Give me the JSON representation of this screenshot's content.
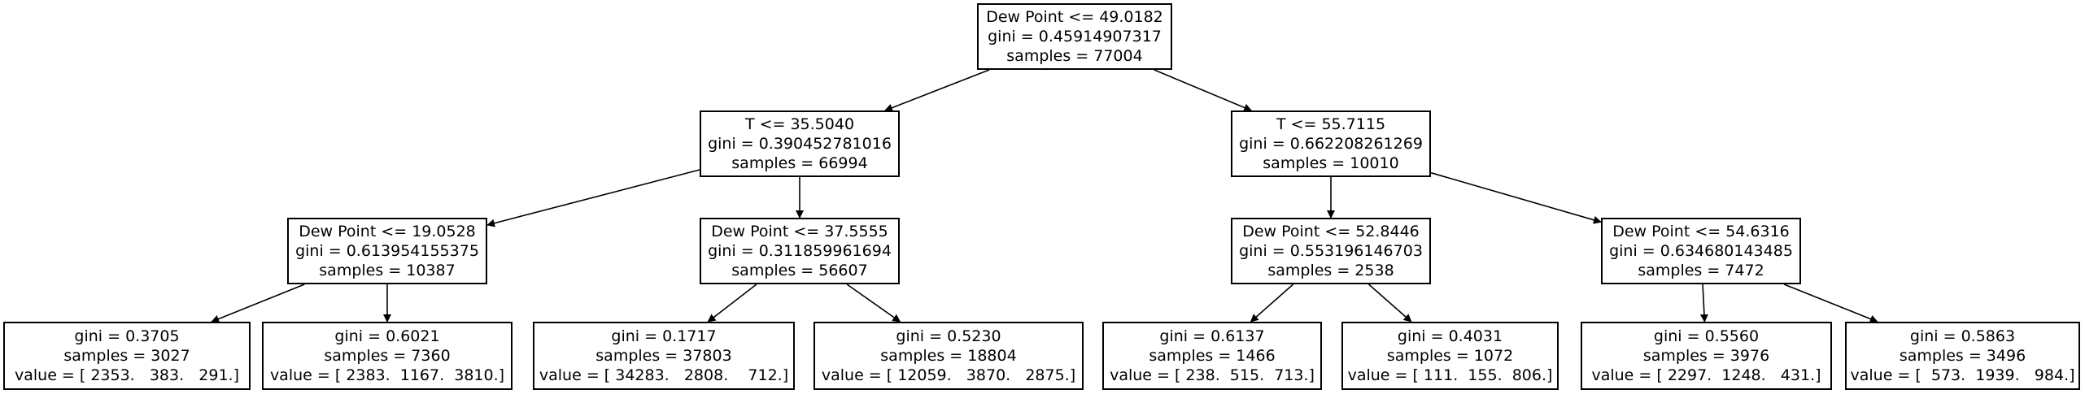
{
  "tree": {
    "nodes": [
      {
        "id": "n0",
        "lines": [
          "Dew Point <= 49.0182",
          "gini = 0.45914907317",
          "samples = 77004"
        ]
      },
      {
        "id": "n1",
        "lines": [
          "T <= 35.5040",
          "gini = 0.390452781016",
          "samples = 66994"
        ]
      },
      {
        "id": "n2",
        "lines": [
          "T <= 55.7115",
          "gini = 0.662208261269",
          "samples = 10010"
        ]
      },
      {
        "id": "n3",
        "lines": [
          "Dew Point <= 19.0528",
          "gini = 0.613954155375",
          "samples = 10387"
        ]
      },
      {
        "id": "n4",
        "lines": [
          "Dew Point <= 37.5555",
          "gini = 0.311859961694",
          "samples = 56607"
        ]
      },
      {
        "id": "n5",
        "lines": [
          "Dew Point <= 52.8446",
          "gini = 0.553196146703",
          "samples = 2538"
        ]
      },
      {
        "id": "n6",
        "lines": [
          "Dew Point <= 54.6316",
          "gini = 0.634680143485",
          "samples = 7472"
        ]
      },
      {
        "id": "n7",
        "lines": [
          "gini = 0.3705",
          "samples = 3027",
          "value = [ 2353.   383.   291.]"
        ]
      },
      {
        "id": "n8",
        "lines": [
          "gini = 0.6021",
          "samples = 7360",
          "value = [ 2383.  1167.  3810.]"
        ]
      },
      {
        "id": "n9",
        "lines": [
          "gini = 0.1717",
          "samples = 37803",
          "value = [ 34283.   2808.    712.]"
        ]
      },
      {
        "id": "n10",
        "lines": [
          "gini = 0.5230",
          "samples = 18804",
          "value = [ 12059.   3870.   2875.]"
        ]
      },
      {
        "id": "n11",
        "lines": [
          "gini = 0.6137",
          "samples = 1466",
          "value = [ 238.  515.  713.]"
        ]
      },
      {
        "id": "n12",
        "lines": [
          "gini = 0.4031",
          "samples = 1072",
          "value = [ 111.  155.  806.]"
        ]
      },
      {
        "id": "n13",
        "lines": [
          "gini = 0.5560",
          "samples = 3976",
          "value = [ 2297.  1248.   431.]"
        ]
      },
      {
        "id": "n14",
        "lines": [
          "gini = 0.5863",
          "samples = 3496",
          "value = [  573.  1939.   984.]"
        ]
      }
    ],
    "edges": [
      {
        "from": "n0",
        "to": "n1"
      },
      {
        "from": "n0",
        "to": "n2"
      },
      {
        "from": "n1",
        "to": "n3"
      },
      {
        "from": "n1",
        "to": "n4"
      },
      {
        "from": "n2",
        "to": "n5"
      },
      {
        "from": "n2",
        "to": "n6"
      },
      {
        "from": "n3",
        "to": "n7"
      },
      {
        "from": "n3",
        "to": "n8"
      },
      {
        "from": "n4",
        "to": "n9"
      },
      {
        "from": "n4",
        "to": "n10"
      },
      {
        "from": "n5",
        "to": "n11"
      },
      {
        "from": "n5",
        "to": "n12"
      },
      {
        "from": "n6",
        "to": "n13"
      },
      {
        "from": "n6",
        "to": "n14"
      }
    ]
  }
}
